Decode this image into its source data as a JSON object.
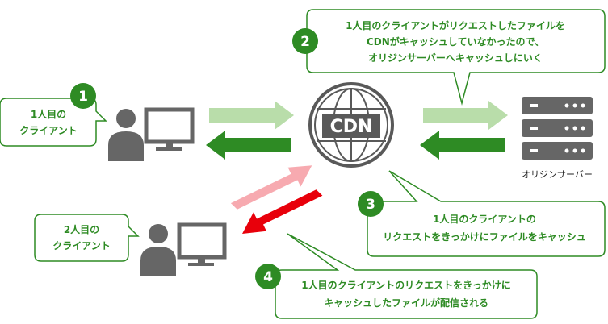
{
  "steps": {
    "s1": {
      "number": "1",
      "label_lines": [
        "1人目の",
        "クライアント"
      ]
    },
    "s2": {
      "number": "2",
      "text_lines": [
        "1人目のクライアントがリクエストしたファイルを",
        "CDNがキャッシュしていなかったので、",
        "オリジンサーバーへキャッシュしにいく"
      ]
    },
    "s3": {
      "number": "3",
      "text_lines": [
        "1人目のクライアントの",
        "リクエストをきっかけにファイルをキャッシュ"
      ]
    },
    "s4": {
      "number": "4",
      "text_lines": [
        "1人目のクライアントのリクエストをきっかけに",
        "キャッシュしたファイルが配信される"
      ]
    }
  },
  "client2": {
    "label_lines": [
      "2人目の",
      "クライアント"
    ]
  },
  "cdn": {
    "label": "CDN"
  },
  "origin": {
    "label": "オリジンサーバー"
  },
  "colors": {
    "green": "#2e8b24",
    "light_green": "#b9ddaa",
    "red": "#e8000b",
    "pink": "#f7aab0",
    "gray": "#595959",
    "icon_gray": "#666666"
  }
}
